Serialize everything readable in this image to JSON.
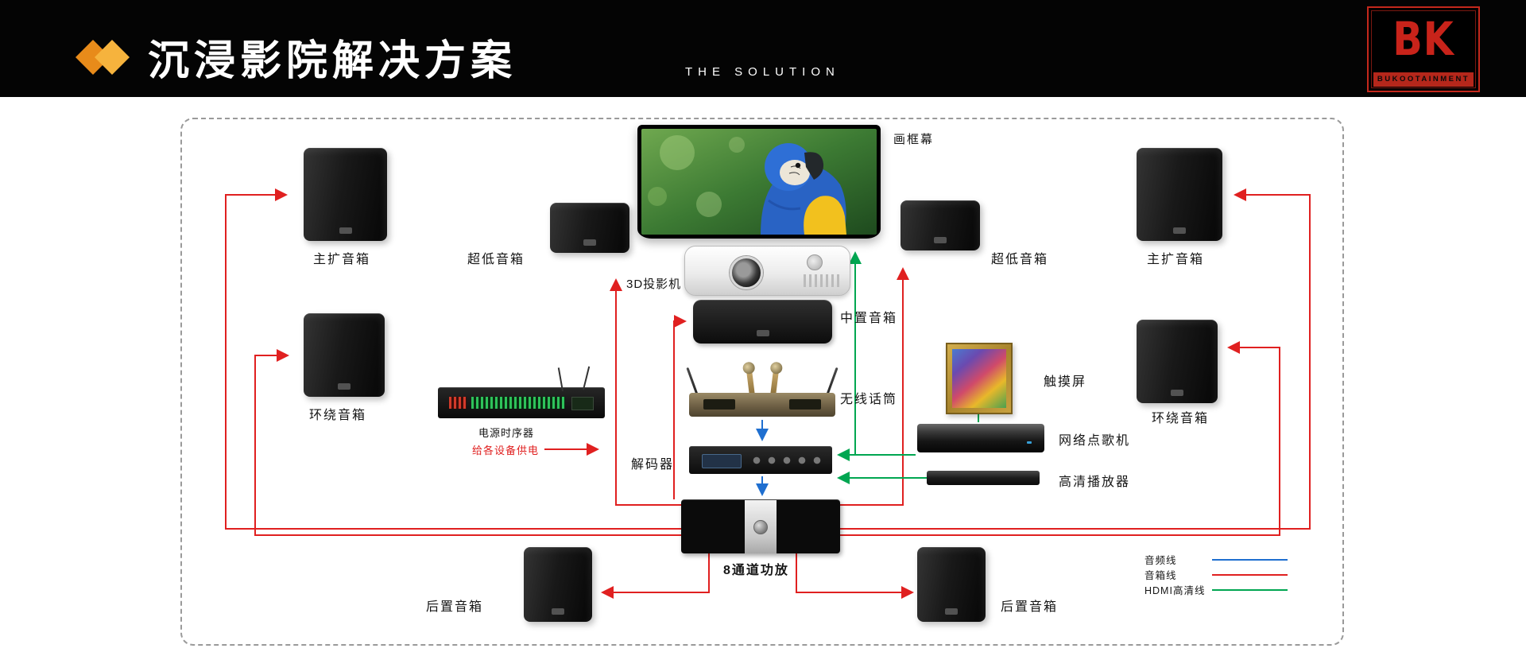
{
  "header": {
    "title": "沉浸影院解决方案",
    "subtitle": "THE SOLUTION",
    "logo_text": "BK",
    "logo_brand": "BUKOOTAINMENT"
  },
  "labels": {
    "screen": "画框幕",
    "projector": "3D投影机",
    "center_speaker": "中置音箱",
    "wireless_mic": "无线话筒",
    "decoder": "解码器",
    "amplifier": "8通道功放",
    "main_left": "主扩音箱",
    "main_right": "主扩音箱",
    "sub_left": "超低音箱",
    "sub_right": "超低音箱",
    "surround_left": "环绕音箱",
    "surround_right": "环绕音箱",
    "rear_left": "后置音箱",
    "rear_right": "后置音箱",
    "sequencer": "电源时序器",
    "sequencer_note": "给各设备供电",
    "touch_screen": "触摸屏",
    "karaoke": "网络点歌机",
    "hd_player": "高清播放器"
  },
  "legend": [
    {
      "label": "音频线",
      "color": "#1f6fd0"
    },
    {
      "label": "音箱线",
      "color": "#e02020"
    },
    {
      "label": "HDMI高清线",
      "color": "#00a651"
    }
  ],
  "colors": {
    "audio_line": "#1f6fd0",
    "speaker_line": "#e02020",
    "hdmi_line": "#00a651",
    "brand_orange": "#e88b1a",
    "brand_orange_light": "#f6b33d",
    "bk_red": "#c8231a"
  }
}
